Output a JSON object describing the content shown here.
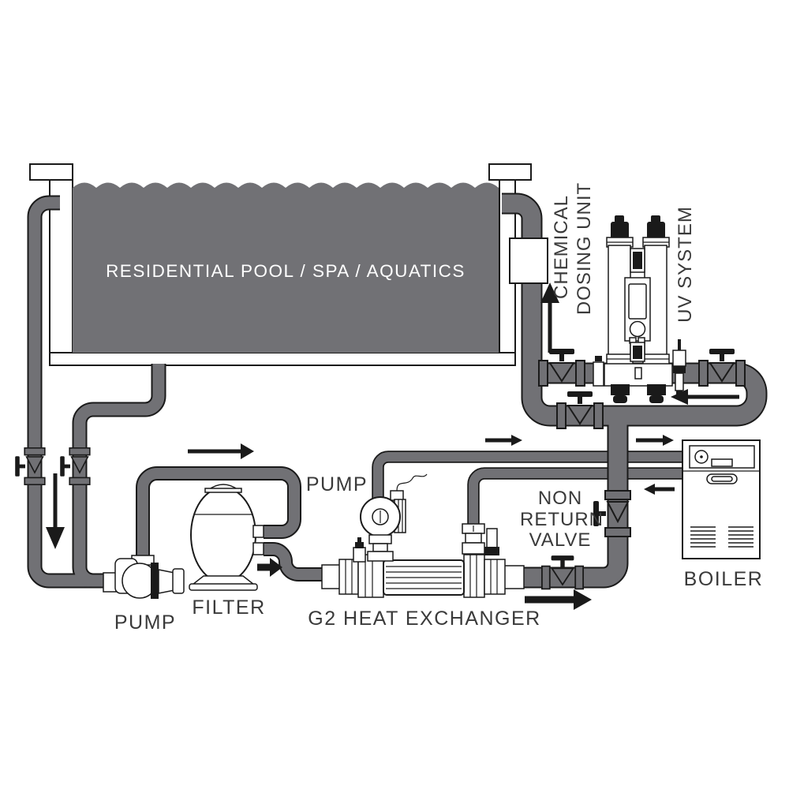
{
  "diagram": {
    "type": "pool-plumbing-schematic",
    "title": "RESIDENTIAL POOL / SPA / AQUATICS",
    "labels": {
      "pool": "RESIDENTIAL POOL / SPA / AQUATICS",
      "suction_pump": "PUMP",
      "filter": "FILTER",
      "circulation_pump": "PUMP",
      "heat_exchanger": "G2 HEAT EXCHANGER",
      "non_return_valve": [
        "NON",
        "RETURN",
        "VALVE"
      ],
      "boiler": "BOILER",
      "chemical_dosing_unit": [
        "CHEMICAL",
        "DOSING UNIT"
      ],
      "uv_system": "UV SYSTEM"
    },
    "components": [
      "residential-pool",
      "suction-pump",
      "sand-filter",
      "g2-heat-exchanger",
      "circulation-pump",
      "non-return-valve",
      "boiler",
      "uv-system",
      "chemical-dosing-unit",
      "isolation-valves"
    ],
    "flow_arrows": [
      {
        "direction": "down",
        "location": "pool-suction-lines"
      },
      {
        "direction": "right",
        "location": "pump-riser-to-filter"
      },
      {
        "direction": "right",
        "location": "filter-to-heat-exchanger"
      },
      {
        "direction": "right",
        "location": "heat-exchanger-outlet"
      },
      {
        "direction": "right",
        "location": "primary-supply-to-boiler-left"
      },
      {
        "direction": "right",
        "location": "primary-supply-to-boiler-right"
      },
      {
        "direction": "left",
        "location": "boiler-return"
      },
      {
        "direction": "left",
        "location": "into-uv-system"
      },
      {
        "direction": "up",
        "location": "return-to-pool-past-dosing-unit"
      }
    ],
    "colors": {
      "water": "#717175",
      "pipe": "#717175",
      "outline": "#1a1a1a",
      "label_text": "#3a3a3a",
      "pool_text": "#ffffff",
      "background": "#ffffff"
    }
  }
}
